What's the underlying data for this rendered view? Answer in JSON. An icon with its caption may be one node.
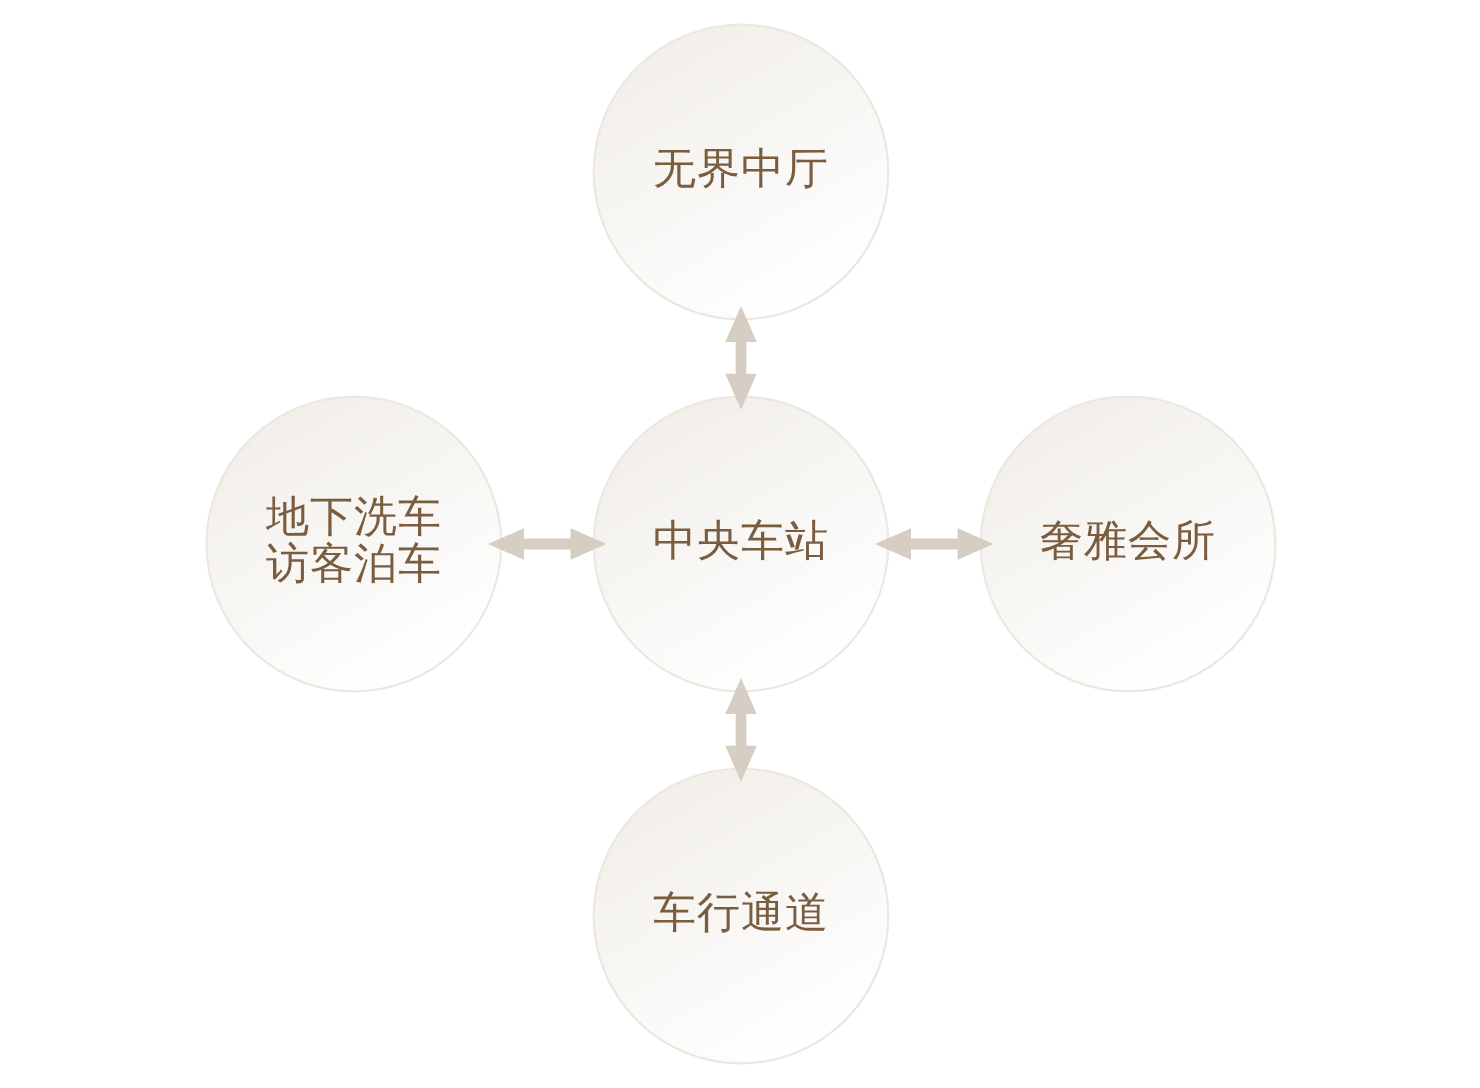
{
  "diagram": {
    "nodes": [
      {
        "text": [
          "无界中厅"
        ]
      },
      {
        "text": [
          "地下洗车",
          "访客泊车"
        ]
      },
      {
        "text": [
          "中央车站"
        ]
      },
      {
        "text": [
          "奢雅会所"
        ]
      },
      {
        "text": [
          "车行通道"
        ]
      }
    ],
    "edges": [
      {
        "from": 0,
        "to": 2,
        "arrow": "both"
      },
      {
        "from": 1,
        "to": 2,
        "arrow": "both"
      },
      {
        "from": 2,
        "to": 3,
        "arrow": "both"
      },
      {
        "from": 2,
        "to": 4,
        "arrow": "both"
      }
    ]
  }
}
